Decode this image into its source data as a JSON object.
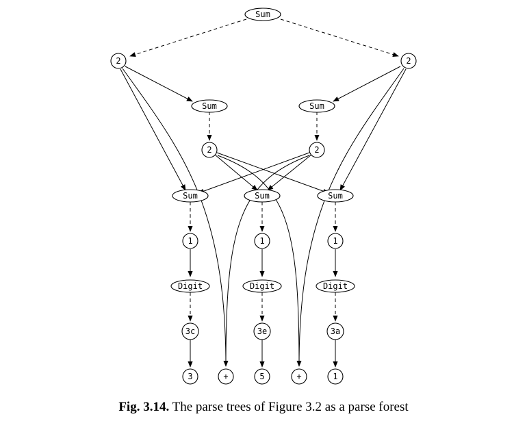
{
  "nodes": {
    "sum_top": "Sum",
    "n2_left": "2",
    "n2_right": "2",
    "sum_mid_left": "Sum",
    "sum_mid_right": "Sum",
    "n2_mid_left": "2",
    "n2_mid_right": "2",
    "sum_low_left": "Sum",
    "sum_low_mid": "Sum",
    "sum_low_right": "Sum",
    "n1_left": "1",
    "n1_mid": "1",
    "n1_right": "1",
    "digit_left": "Digit",
    "digit_mid": "Digit",
    "digit_right": "Digit",
    "n3c": "3c",
    "n3e": "3e",
    "n3a": "3a",
    "leaf_3": "3",
    "leaf_plus_left": "+",
    "leaf_5": "5",
    "leaf_plus_right": "+",
    "leaf_1": "1"
  },
  "caption": {
    "number": "Fig. 3.14.",
    "text": "The parse trees of Figure 3.2 as a parse forest"
  }
}
